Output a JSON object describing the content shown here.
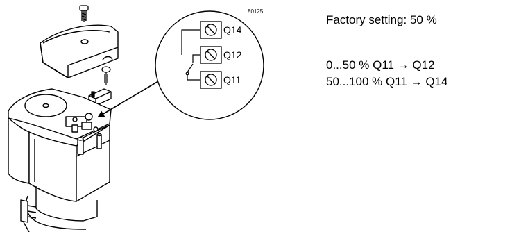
{
  "figure_number": "80125",
  "terminals": {
    "top": "Q14",
    "middle": "Q12",
    "bottom": "Q11"
  },
  "info": {
    "factory_setting": "Factory setting: 50 %",
    "range1": "0...50 % Q11 → Q12",
    "range2": "50...100 % Q11 → Q14"
  }
}
